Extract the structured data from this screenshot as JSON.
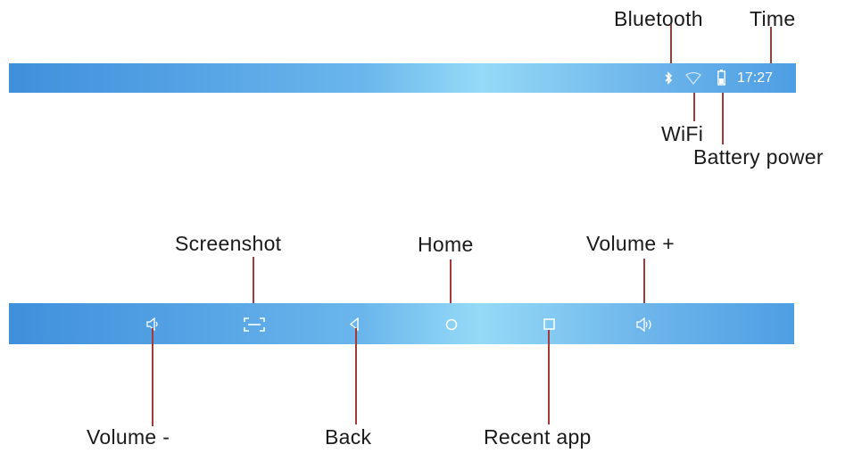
{
  "status_bar": {
    "time": "17:27",
    "icons": [
      "bluetooth-icon",
      "wifi-icon",
      "battery-icon"
    ]
  },
  "nav_bar": {
    "icons": [
      "volume-down-icon",
      "screenshot-icon",
      "back-icon",
      "home-icon",
      "recent-apps-icon",
      "volume-up-icon"
    ]
  },
  "labels": {
    "bluetooth": "Bluetooth",
    "time": "Time",
    "wifi": "WiFi",
    "battery": "Battery power",
    "screenshot": "Screenshot",
    "home": "Home",
    "volume_up": "Volume +",
    "volume_down": "Volume -",
    "back": "Back",
    "recent": "Recent app"
  },
  "colors": {
    "bar_gradient": [
      "#3f8fdc",
      "#95daf7",
      "#4e9ee4"
    ],
    "leader_line": "#a23a3a"
  }
}
